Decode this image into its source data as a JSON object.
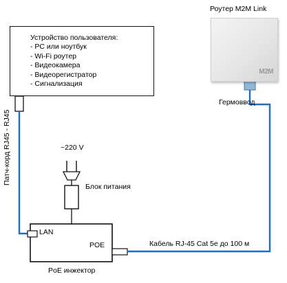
{
  "router": {
    "title": "Роутер M2M Link",
    "logo": "M2M",
    "gland_label": "Гермоввод"
  },
  "user_device": {
    "heading": "Устройство пользователя:",
    "items": [
      "- PC или ноутбук",
      "- Wi-Fi роутер",
      "- Видеокамера",
      "- Видеорегистратор",
      "- Сигнализация"
    ]
  },
  "power": {
    "voltage_label": "~220 V",
    "supply_label": "Блок питания"
  },
  "patch_cord_label": "Патч-корд RJ45 - RJ45",
  "injector": {
    "lan_label": "LAN",
    "poe_label": "POE",
    "name": "PoE инжектор"
  },
  "cable_label": "Кабель RJ-45 Cat 5e до 100 м",
  "colors": {
    "cable": "#1f6fc0",
    "outline": "#111111"
  }
}
